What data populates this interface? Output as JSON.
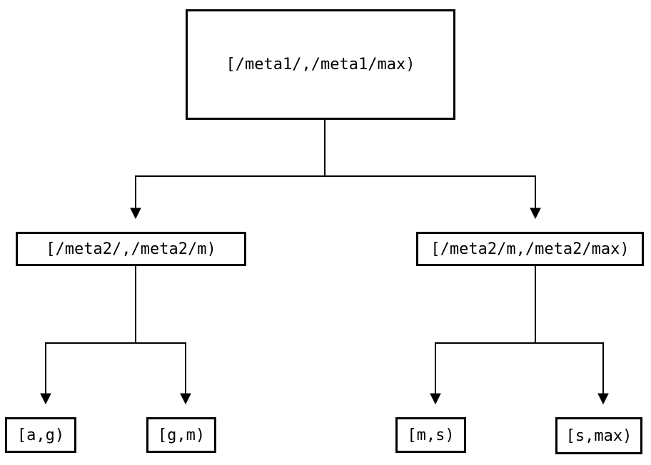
{
  "tree": {
    "type": "binary-interval-partition-tree",
    "colors": {
      "background": "#ffffff",
      "node_border": "#000000",
      "node_fill": "#ffffff",
      "text": "#000000",
      "edge": "#000000"
    },
    "nodes": [
      {
        "id": "root",
        "level": 0,
        "label": "[/meta1/,/meta1/max)",
        "parent": null
      },
      {
        "id": "meta2-low",
        "level": 1,
        "label": "[/meta2/,/meta2/m)",
        "parent": "root"
      },
      {
        "id": "meta2-high",
        "level": 1,
        "label": "[/meta2/m,/meta2/max)",
        "parent": "root"
      },
      {
        "id": "leaf-a-g",
        "level": 2,
        "label": "[a,g)",
        "parent": "meta2-low"
      },
      {
        "id": "leaf-g-m",
        "level": 2,
        "label": "[g,m)",
        "parent": "meta2-low"
      },
      {
        "id": "leaf-m-s",
        "level": 2,
        "label": "[m,s)",
        "parent": "meta2-high"
      },
      {
        "id": "leaf-s-max",
        "level": 2,
        "label": "[s,max)",
        "parent": "meta2-high"
      }
    ]
  }
}
